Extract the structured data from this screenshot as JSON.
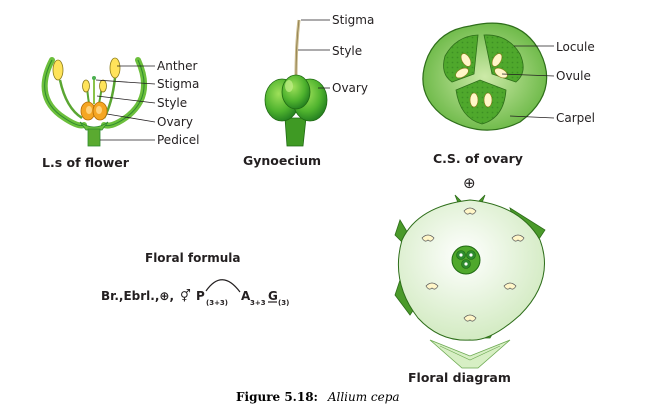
{
  "flower_ls": {
    "labels": [
      "Anther",
      "Stigma",
      "Style",
      "Ovary",
      "Pedicel"
    ],
    "caption": "L.s of flower"
  },
  "gynoecium": {
    "labels": [
      "Stigma",
      "Style",
      "Ovary"
    ],
    "caption": "Gynoecium"
  },
  "ovary_cs": {
    "labels": [
      "Locule",
      "Ovule",
      "Carpel"
    ],
    "caption": "C.S. of ovary"
  },
  "floral_formula": {
    "heading": "Floral formula",
    "text_main": "Br.,Ebrl.,⊕,",
    "sex_symbol": "⚥",
    "p": "P",
    "p_sub": "(3+3)",
    "a": "A",
    "a_sub": "3+3",
    "g": "G",
    "g_sub": "(3)"
  },
  "floral_diagram": {
    "symbol": "⊕",
    "caption": "Floral diagram"
  },
  "figure_caption": {
    "number": "Figure 5.18:",
    "species": "Allium cepa"
  },
  "colors": {
    "green_dark": "#2e8b2e",
    "green_mid": "#7cc242",
    "green_light": "#b9dd8c",
    "green_pale": "#dff0cf",
    "yellow": "#ffe35a",
    "orange": "#f5a623",
    "text": "#231f20"
  }
}
